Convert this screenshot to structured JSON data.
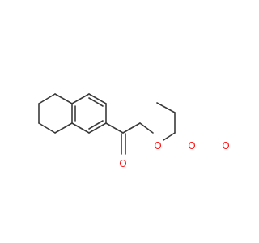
{
  "molecule": {
    "atoms": {
      "ketone_oxygen": "O",
      "ether_oxygen": "O",
      "ring_oxygen": "O",
      "lactone_carbonyl_oxygen": "O"
    },
    "colors": {
      "bond": "#3a3a3a",
      "oxygen": "#ff0d0d",
      "background": "#ffffff"
    }
  }
}
